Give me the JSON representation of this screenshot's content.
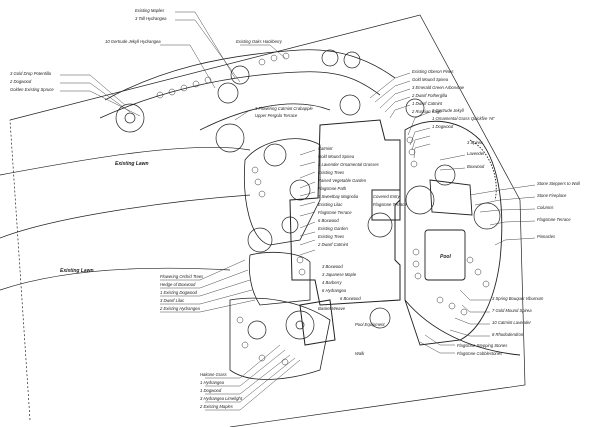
{
  "labels_top": [
    "Existing Maples",
    "3 Tall Hydrangea",
    "10 Gertrude Jekyll Hydrangea",
    "Existing Oaks Hackberry"
  ],
  "labels_left_upper": [
    "3 Gold Drop Potentilla",
    "2 Dogwood",
    "Golden Existing Spruce",
    "Existing Lawn"
  ],
  "labels_upper_mid": [
    "3 Flowering Catmint Crabapple",
    "Upper Pergola Terrace"
  ],
  "labels_right_upper": [
    "Existing Oberon Pines",
    "Gold Mound Spirea",
    "3 Emerald Green Arborvitae",
    "2 Dwarf Fothergilla",
    "1 Dwarf Catmint",
    "2 Russian Sage"
  ],
  "labels_right_mid": [
    "2 Gertrude Jekyll",
    "1 Ornamental Grass Quickfire 'Ht'",
    "1 Dogwood",
    "3 Spirea",
    "Lavender",
    "Boxwood"
  ],
  "labels_right_far": [
    "Stone Steppers to Wall",
    "Stone Fireplace",
    "Columns",
    "Flagstone Terrace",
    "Pinnacles"
  ],
  "labels_center": [
    "Catmint",
    "Gold Mound Spirea",
    "3 Lavender Ornamental Grasses",
    "Existing Trees",
    "Raised Vegetable Garden",
    "Flagstone Path",
    "3 Sweetbay Magnolia",
    "Existing Lilac",
    "Flagstone Terrace",
    "6 Boxwood",
    "Existing Garden",
    "Existing Trees",
    "2 Dwarf Catmint"
  ],
  "labels_house": [
    "Covered Entry",
    "Flagstone Terrace",
    "Pool",
    "3 Boxwood",
    "3 Japanese Maple",
    "4 Barberry",
    "6 Hydrangea",
    "6 Boxwood",
    "Basket Weave",
    "Pool Equipment"
  ],
  "labels_right_lower": [
    "3 Spring Bouquet Viburnum",
    "7 Gold Mound Spirea",
    "10 Catmint Lavender",
    "8 Rhododendron"
  ],
  "labels_left_lower": [
    "Flowering Orchid Trees",
    "Hedge of Boxwood",
    "1 Existing Dogwood",
    "3 Dwarf Lilac",
    "2 Existing Hydrangea"
  ],
  "labels_bottom": [
    "Hakone Grass",
    "1 Hydrangea",
    "1 Dogwood",
    "3 Hydrangea Limelight",
    "2 Existing Maples"
  ],
  "labels_bottom_right": [
    "Flagstone Stepping Stones",
    "Flagstone Cobblestones"
  ],
  "lawn_labels": [
    "Existing Lawn",
    "Existing Lawn"
  ],
  "walk_label": "Walk",
  "colors": {
    "ink": "#222222",
    "paper": "#ffffff"
  }
}
